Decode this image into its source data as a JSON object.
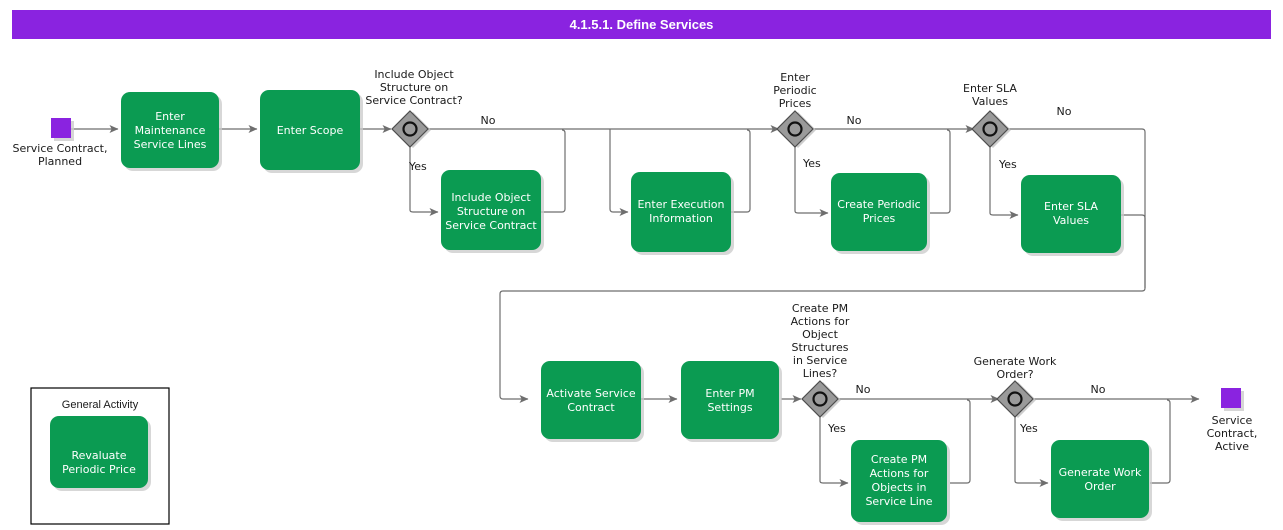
{
  "diagram": {
    "title": "4.1.5.1. Define Services",
    "title_bar_color": "#8a23e0",
    "activity_color": "#0b9b52",
    "event_color": "#8a23e0",
    "gateway_color": "#9a9a9a",
    "line_color": "#6e6e6e"
  },
  "events": {
    "start": {
      "name": "start-event",
      "caption_line1": "Service Contract,",
      "caption_line2": "Planned"
    },
    "end": {
      "name": "end-event",
      "caption_line1": "Service",
      "caption_line2": "Contract,",
      "caption_line3": "Active"
    }
  },
  "activities": [
    {
      "id": "enter-maintenance-service-lines",
      "lines": [
        "Enter",
        "Maintenance",
        "Service Lines"
      ]
    },
    {
      "id": "enter-scope",
      "lines": [
        "Enter Scope"
      ]
    },
    {
      "id": "include-object-structure-on-service-contract",
      "lines": [
        "Include Object",
        "Structure on",
        "Service Contract"
      ]
    },
    {
      "id": "enter-execution-information",
      "lines": [
        "Enter Execution",
        "Information"
      ]
    },
    {
      "id": "create-periodic-prices",
      "lines": [
        "Create Periodic",
        "Prices"
      ]
    },
    {
      "id": "enter-sla-values",
      "lines": [
        "Enter SLA",
        "Values"
      ]
    },
    {
      "id": "activate-service-contract",
      "lines": [
        "Activate Service",
        "Contract"
      ]
    },
    {
      "id": "enter-pm-settings",
      "lines": [
        "Enter PM",
        "Settings"
      ]
    },
    {
      "id": "create-pm-actions-for-objects-in-service-line",
      "lines": [
        "Create PM",
        "Actions for",
        "Objects in",
        "Service Line"
      ]
    },
    {
      "id": "generate-work-order",
      "lines": [
        "Generate Work",
        "Order"
      ]
    }
  ],
  "gateways": [
    {
      "id": "include-object-structure-gateway",
      "caption": [
        "Include Object",
        "Structure on",
        "Service Contract?"
      ],
      "yes_label": "Yes",
      "no_label": "No"
    },
    {
      "id": "enter-periodic-prices-gateway",
      "caption": [
        "Enter",
        "Periodic",
        "Prices"
      ],
      "yes_label": "Yes",
      "no_label": "No"
    },
    {
      "id": "enter-sla-values-gateway",
      "caption": [
        "Enter SLA",
        "Values"
      ],
      "yes_label": "Yes",
      "no_label": "No"
    },
    {
      "id": "create-pm-actions-gateway",
      "caption": [
        "Create PM",
        "Actions for",
        "Object",
        "Structures",
        "in Service",
        "Lines?"
      ],
      "yes_label": "Yes",
      "no_label": "No"
    },
    {
      "id": "generate-work-order-gateway",
      "caption": [
        "Generate Work",
        "Order?"
      ],
      "yes_label": "Yes",
      "no_label": "No"
    }
  ],
  "legend": {
    "title": "General Activity",
    "sample_lines": [
      "Revaluate",
      "Periodic Price"
    ]
  }
}
